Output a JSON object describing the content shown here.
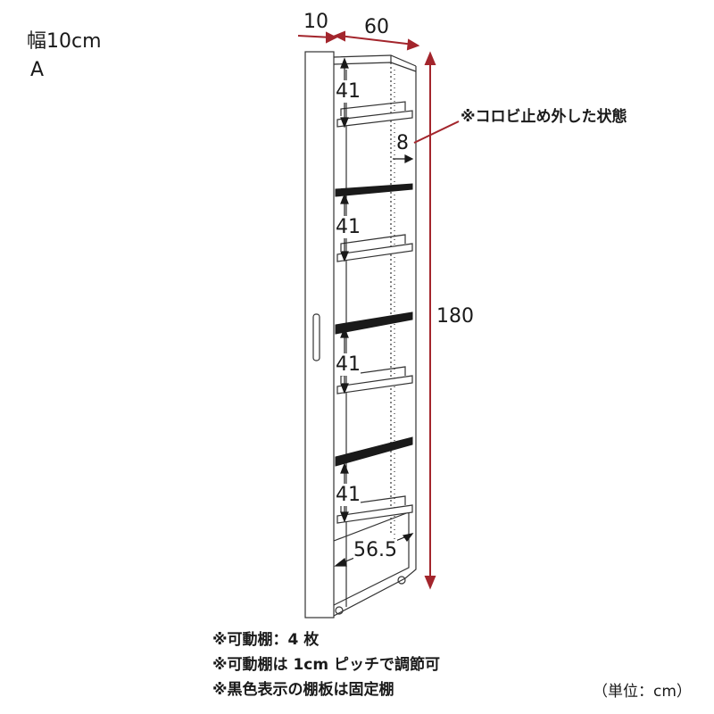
{
  "header": {
    "width_label": "幅10cm",
    "variant": "A"
  },
  "dimensions": {
    "side_depth": "10",
    "shelf_depth": "60",
    "height": "180",
    "shelf_spacing": [
      "41",
      "41",
      "41",
      "41"
    ],
    "stopper_gap": "8",
    "inner_width": "56.5"
  },
  "callout": {
    "text": "※コロビ止め外した状態"
  },
  "notes": [
    "※可動棚：4 枚",
    "※可動棚は 1cm ピッチで調節可",
    "※黒色表示の棚板は固定棚"
  ],
  "unit": "（単位：cm）",
  "colors": {
    "dimension_line": "#a3252c",
    "fixed_shelf": "#1a1a1a",
    "outline": "#333333"
  }
}
